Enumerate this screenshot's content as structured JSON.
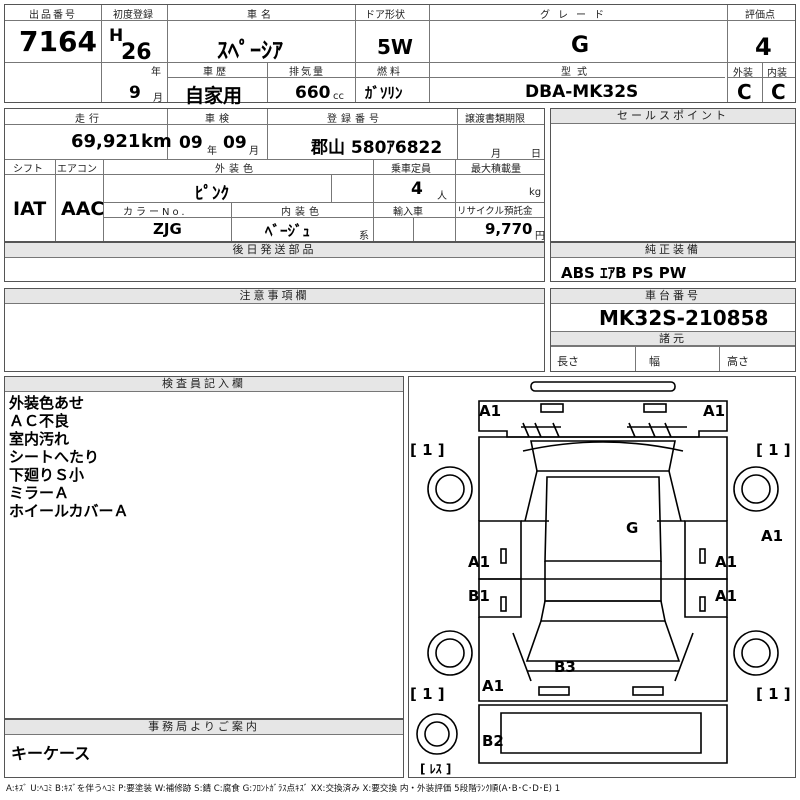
{
  "header": {
    "lot_label": "出品番号",
    "lot_value": "7164",
    "first_reg_label": "初度登録",
    "era": "H",
    "year": "26",
    "year_unit": "年",
    "month": "9",
    "month_unit": "月",
    "car_name_label": "車名",
    "car_name": "ｽﾍﾟｰｼｱ",
    "door_label": "ドア形状",
    "door_value": "5W",
    "grade_label": "グレード",
    "grade_value": "G",
    "score_label": "評価点",
    "score_value": "4",
    "history_label": "車歴",
    "history_value": "自家用",
    "displacement_label": "排気量",
    "displacement_value": "660",
    "displacement_unit": "cc",
    "fuel_label": "燃料",
    "fuel_value": "ｶﾞｿﾘﾝ",
    "model_label": "型式",
    "model_value": "DBA-MK32S",
    "exterior_label": "外装",
    "exterior_value": "C",
    "interior_label": "内装",
    "interior_value": "C"
  },
  "row2": {
    "mileage_label": "走行",
    "mileage_value": "69,921",
    "mileage_unit": "km",
    "inspection_label": "車検",
    "insp_year": "09",
    "insp_year_unit": "年",
    "insp_month": "09",
    "insp_month_unit": "月",
    "reg_label": "登録番号",
    "reg_value": "郡山 580ｱ6822",
    "transfer_label": "譲渡書類期限",
    "transfer_month_unit": "月",
    "transfer_day_unit": "日",
    "selling_label": "セールスポイント",
    "shift_label": "シフト",
    "shift_value": "IAT",
    "ac_label": "エアコン",
    "ac_value": "AAC",
    "color_label": "外装色",
    "color_value": "ﾋﾟﾝｸ",
    "capacity_label": "乗車定員",
    "capacity_value": "4",
    "capacity_unit": "人",
    "load_label": "最大積載量",
    "load_unit": "kg",
    "colorno_label": "カラーNo.",
    "colorno_value": "ZJG",
    "interior_color_label": "内装色",
    "interior_color_value": "ﾍﾞｰｼﾞｭ",
    "interior_color_unit": "系",
    "import_label": "輸入車",
    "recycle_label": "リサイクル預託金",
    "recycle_value": "9,770",
    "recycle_unit": "円"
  },
  "row3": {
    "later_parts_label": "後日発送部品",
    "equipment_label": "純正装備",
    "equipment_value": "ABS ｴｱB PS PW",
    "notes_label": "注意事項欄",
    "chassis_label": "車台番号",
    "chassis_value": "MK32S-210858",
    "specs_label": "諸元",
    "length_label": "長さ",
    "width_label": "幅",
    "height_label": "高さ"
  },
  "inspector": {
    "label": "検査員記入欄",
    "notes": [
      "外装色あせ",
      "ＡＣ不良",
      "室内汚れ",
      "シートへたり",
      "下廻りＳ小",
      "ミラーＡ",
      "ホイールカバーＡ"
    ]
  },
  "office": {
    "label": "事務局よりご案内",
    "value": "キーケース"
  },
  "diagram": {
    "marks": [
      "A1",
      "A1",
      "[ 1 ]",
      "[ 1 ]",
      "G",
      "A1",
      "A1",
      "A1",
      "B1",
      "A1",
      "B3",
      "A1",
      "[ 1 ]",
      "[ 1 ]",
      "B2",
      "[ ﾚｽ ]"
    ]
  },
  "legend": "A:ｷｽﾞ U:ﾍｺﾐ B:ｷｽﾞを伴うﾍｺﾐ P:要塗装 W:補修跡 S:錆 C:腐食 G:ﾌﾛﾝﾄｶﾞﾗｽ点ｷｽﾞ XX:交換済み X:要交換 内・外装評価 5段階ﾗﾝｸ順(A･B･C･D･E) 1"
}
